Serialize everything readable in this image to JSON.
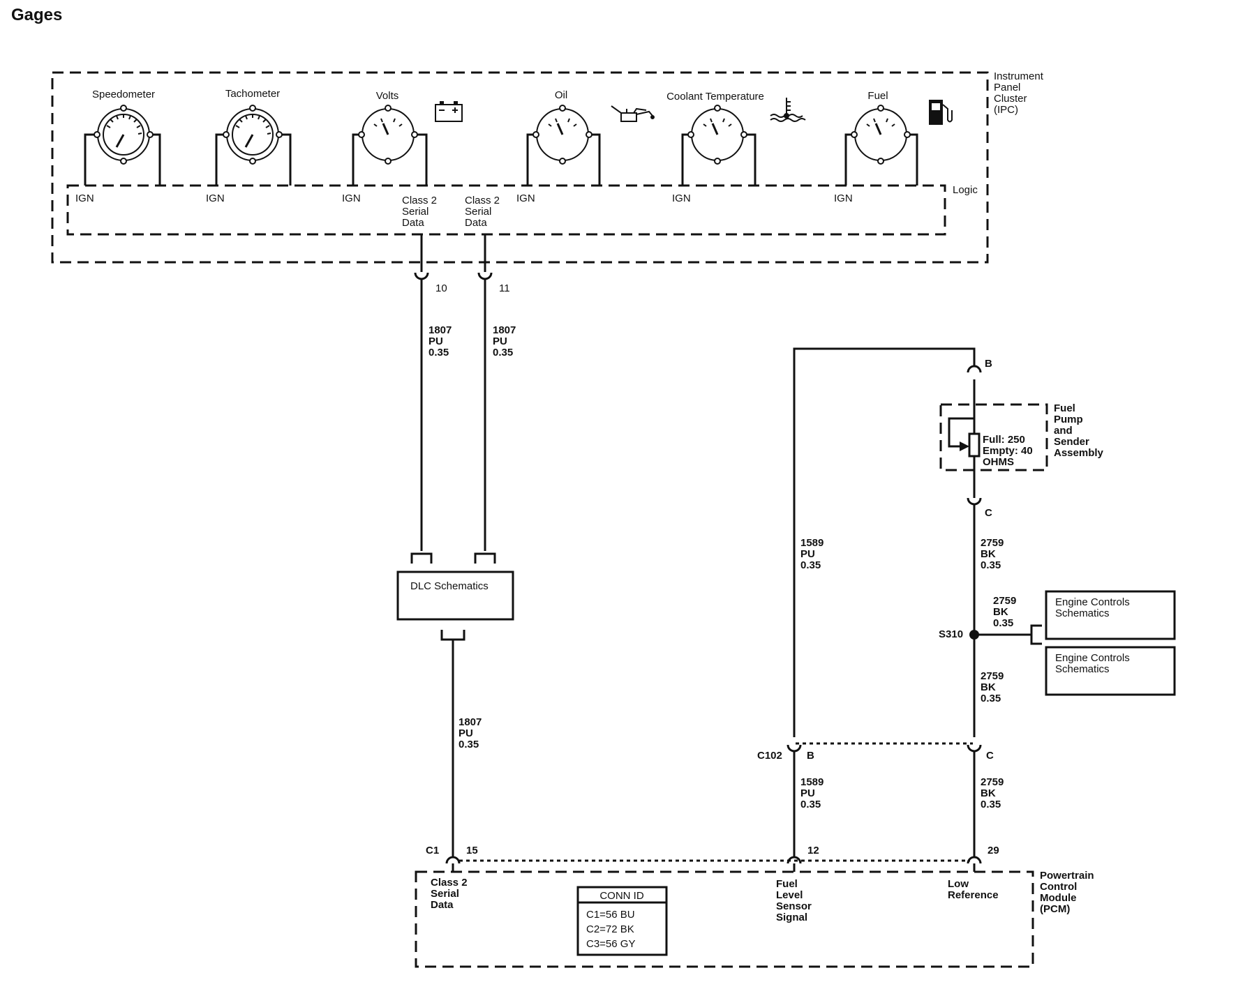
{
  "title": "Gages",
  "ipc": {
    "label_lines": [
      "Instrument",
      "Panel",
      "Cluster",
      "(IPC)"
    ],
    "logic_label": "Logic",
    "gauges": [
      {
        "name": "Speedometer",
        "icon": "speedometer-gauge-icon"
      },
      {
        "name": "Tachometer",
        "icon": "tachometer-gauge-icon"
      },
      {
        "name": "Volts",
        "icon": "battery-icon"
      },
      {
        "name": "Oil",
        "icon": "oil-can-icon"
      },
      {
        "name": "Coolant Temperature",
        "icon": "coolant-temperature-icon"
      },
      {
        "name": "Fuel",
        "icon": "fuel-pump-icon"
      }
    ],
    "ign_label": "IGN",
    "serial_data_lines": [
      "Class 2",
      "Serial",
      "Data"
    ]
  },
  "pins": {
    "ipc_pin_a": "10",
    "ipc_pin_b": "11"
  },
  "wires": {
    "purple_1807": [
      "1807",
      "PU",
      "0.35"
    ],
    "purple_1589": [
      "1589",
      "PU",
      "0.35"
    ],
    "black_2759": [
      "2759",
      "BK",
      "0.35"
    ]
  },
  "dlc": {
    "label": "DLC Schematics"
  },
  "fuel_sender": {
    "label_lines": [
      "Fuel",
      "Pump",
      "and",
      "Sender",
      "Assembly"
    ],
    "spec_lines": [
      "Full: 250",
      "Empty: 40",
      "OHMS"
    ],
    "pin_top": "B",
    "pin_bottom": "C"
  },
  "splice": {
    "label": "S310"
  },
  "engine_controls": {
    "label_lines": [
      "Engine Controls",
      "Schematics"
    ]
  },
  "connector_c102": {
    "label": "C102",
    "pin_b": "B",
    "pin_c": "C"
  },
  "pcm": {
    "label_lines": [
      "Powertrain",
      "Control",
      "Module",
      "(PCM)"
    ],
    "connector_label": "C1",
    "pin_serial": "15",
    "pin_fuel": "12",
    "pin_lowref": "29",
    "serial_lines": [
      "Class 2",
      "Serial",
      "Data"
    ],
    "fuel_lines": [
      "Fuel",
      "Level",
      "Sensor",
      "Signal"
    ],
    "lowref_lines": [
      "Low",
      "Reference"
    ],
    "conn_id": {
      "header": "CONN ID",
      "rows": [
        "C1=56 BU",
        "C2=72 BK",
        "C3=56 GY"
      ]
    }
  }
}
